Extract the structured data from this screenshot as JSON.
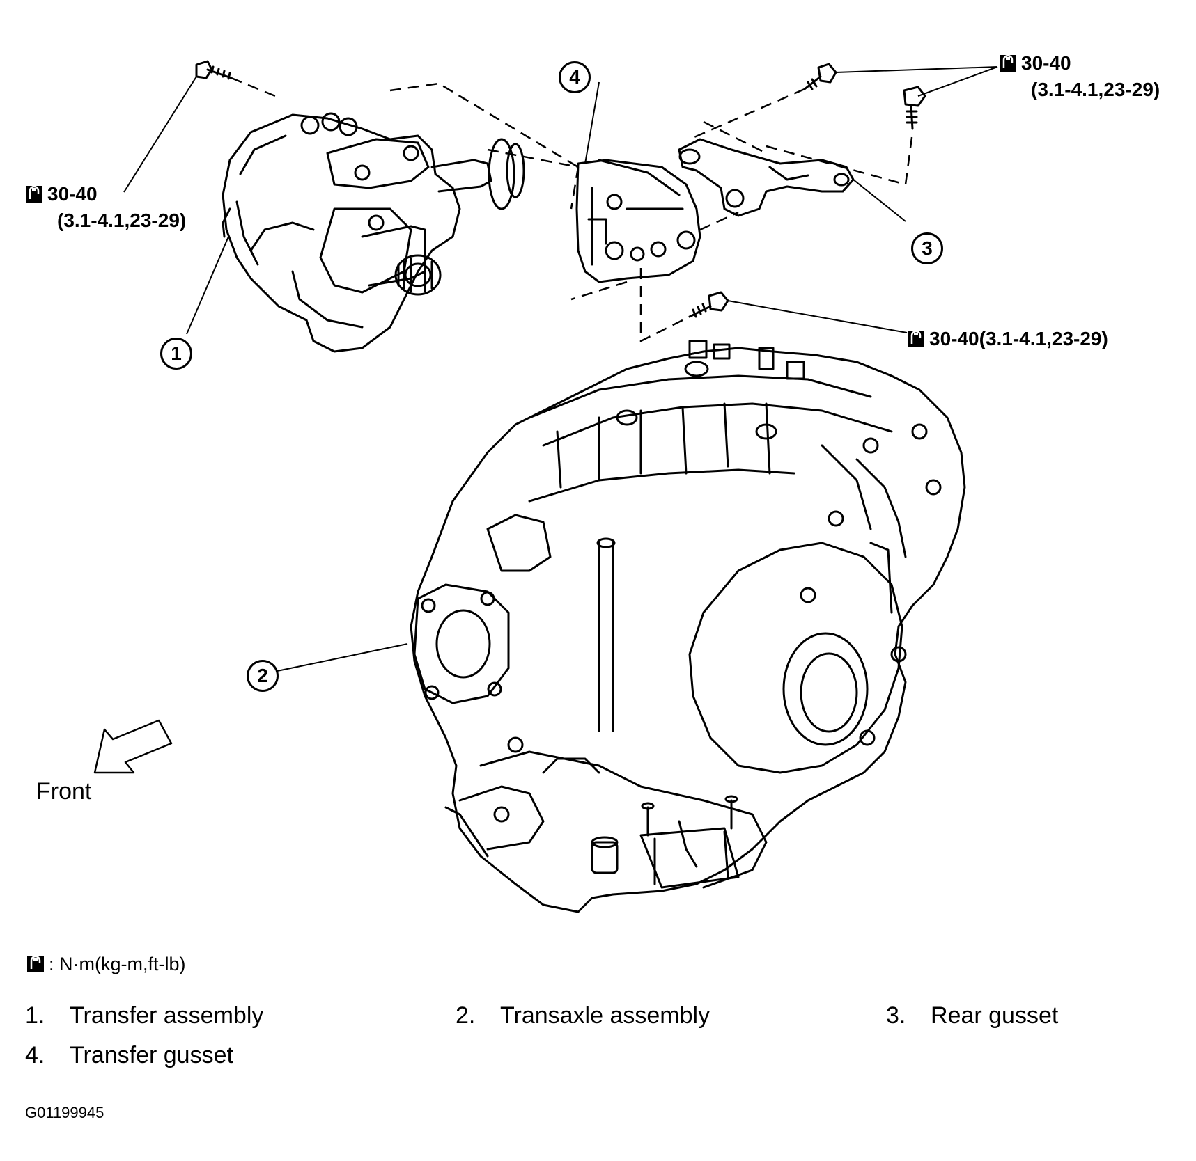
{
  "torque_labels": [
    {
      "id": "tq-left",
      "line1": "30-40",
      "line2": "(3.1-4.1,23-29)"
    },
    {
      "id": "tq-top-right",
      "line1": "30-40",
      "line2": "(3.1-4.1,23-29)"
    },
    {
      "id": "tq-mid-right",
      "line1": "30-40(3.1-4.1,23-29)",
      "line2": ""
    }
  ],
  "callouts": [
    "1",
    "2",
    "3",
    "4"
  ],
  "front_label": "Front",
  "unit_note": ": N·m(kg-m,ft-lb)",
  "legend": [
    {
      "num": "1.",
      "label": "Transfer assembly"
    },
    {
      "num": "2.",
      "label": "Transaxle assembly"
    },
    {
      "num": "3.",
      "label": "Rear gusset"
    },
    {
      "num": "4.",
      "label": "Transfer gusset"
    }
  ],
  "figure_id": "G01199945",
  "colors": {
    "ink": "#000000",
    "paper": "#ffffff"
  },
  "icons": [
    "torque-wrench-icon",
    "front-arrow-icon"
  ]
}
